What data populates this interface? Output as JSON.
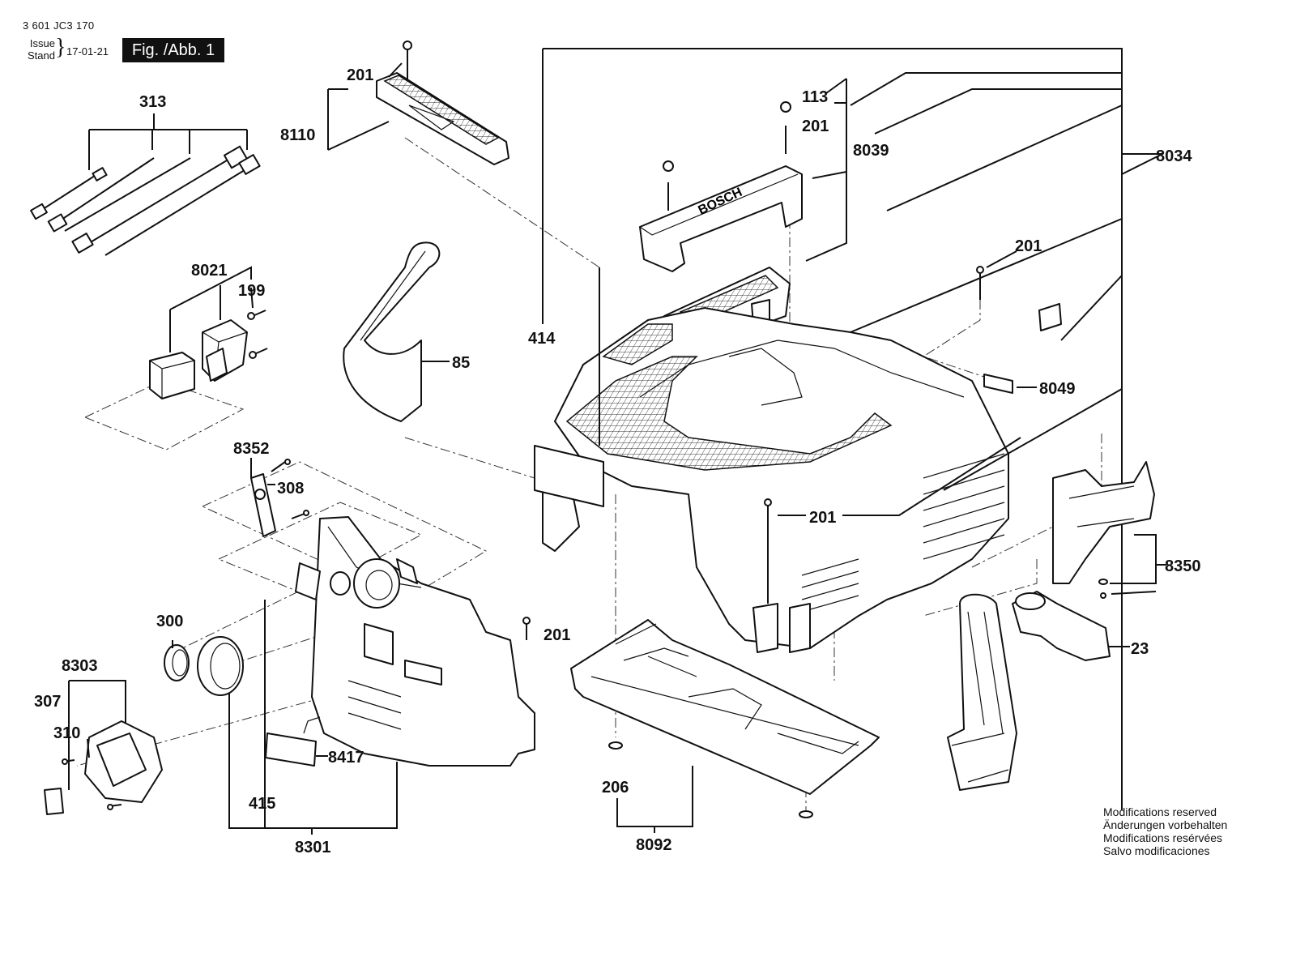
{
  "header": {
    "part_number": "3 601 JC3 170",
    "issue_label_1": "Issue",
    "issue_label_2": "Stand",
    "issue_date": "17-01-21",
    "figure_label": "Fig. /Abb. 1"
  },
  "footer": {
    "modifications": [
      "Modifications reserved",
      "Änderungen vorbehalten",
      "Modifications resérvées",
      "Salvo modificaciones"
    ]
  },
  "callouts": {
    "c313": "313",
    "c8021": "8021",
    "c199": "199",
    "c8352": "8352",
    "c308": "308",
    "c300": "300",
    "c8303": "8303",
    "c307": "307",
    "c310": "310",
    "c415": "415",
    "c8301": "8301",
    "c8417": "8417",
    "c201_a": "201",
    "c8110": "8110",
    "c85": "85",
    "c414": "414",
    "c113": "113",
    "c201_b": "201",
    "c8039": "8039",
    "c8034": "8034",
    "c201_c": "201",
    "c8049": "8049",
    "c201_d": "201",
    "c201_e": "201",
    "c8350": "8350",
    "c23": "23",
    "c206": "206",
    "c8092": "8092"
  },
  "logo_text": "BOSCH",
  "colors": {
    "ink": "#111111",
    "background": "#ffffff"
  }
}
